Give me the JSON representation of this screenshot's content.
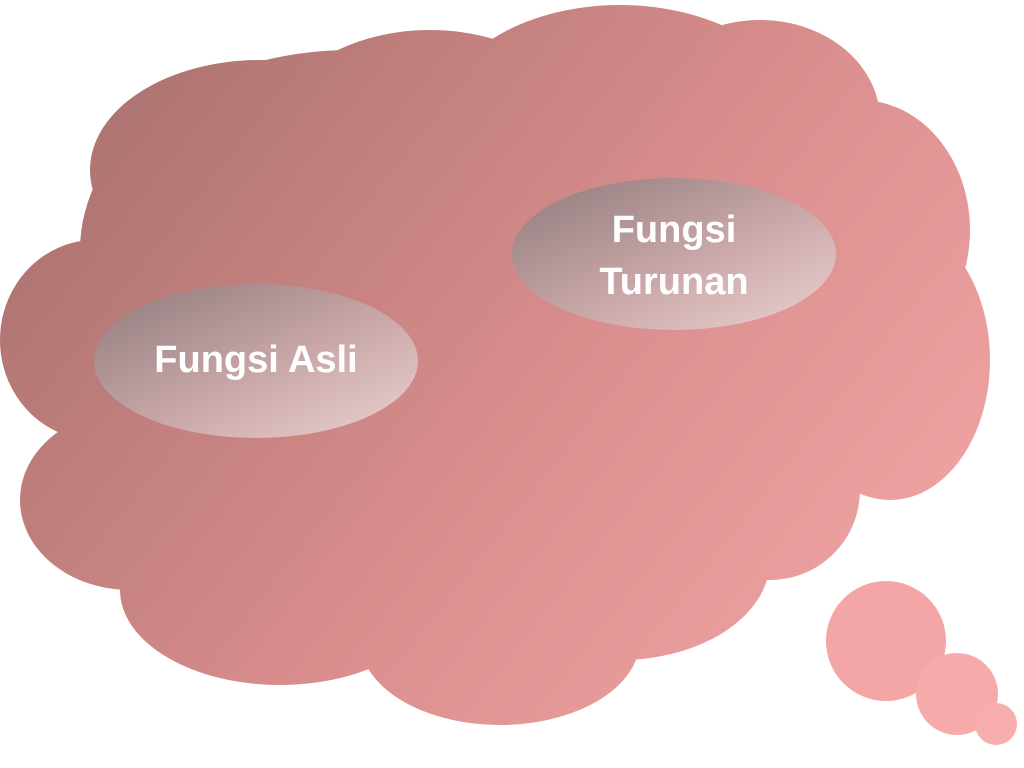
{
  "diagram": {
    "bubbles": [
      {
        "id": "fungsi-asli",
        "lines": [
          "Fungsi Asli"
        ]
      },
      {
        "id": "fungsi-turunan",
        "lines": [
          "Fungsi",
          "Turunan"
        ]
      }
    ]
  },
  "colors": {
    "cloud_start": "#ad7471",
    "cloud_end": "#f6aaa9",
    "bubble_start": "#8f7a7c",
    "bubble_end": "#ecd1d1",
    "text": "#ffffff"
  },
  "icons": [
    "thought-cloud-shape",
    "thought-tail-circle"
  ]
}
